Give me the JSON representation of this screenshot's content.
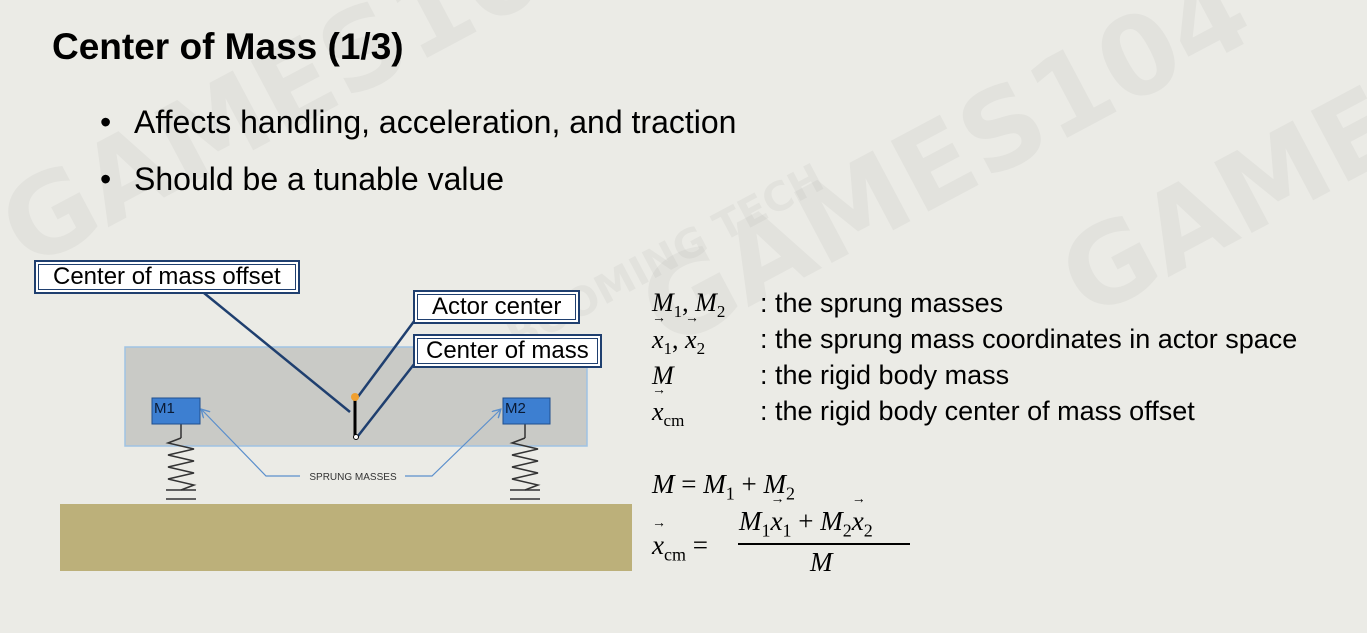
{
  "slide": {
    "title": "Center of Mass (1/3)",
    "bullets": [
      "Affects handling, acceleration, and traction",
      "Should be a tunable value"
    ]
  },
  "diagram": {
    "callouts": {
      "com_offset": "Center of mass offset",
      "actor_center": "Actor center",
      "center_of_mass": "Center of mass"
    },
    "mass_labels": [
      "M1",
      "M2"
    ],
    "sprung_label": "SPRUNG MASSES",
    "colors": {
      "body": "#c9cac6",
      "body_border": "#9fc3e4",
      "ground": "#bcb07a",
      "mass_block": "#3d7fd1",
      "callout_line": "#1f3f6f",
      "arrow": "#5b8fcc",
      "actor_dot": "#f0a030"
    }
  },
  "legend": {
    "rows": [
      {
        "symbol_a": "M",
        "sub_a": "1",
        "sep": ",",
        "symbol_b": "M",
        "sub_b": "2",
        "desc": ": the sprung masses"
      },
      {
        "symbol_a": "x",
        "sub_a": "1",
        "sep": ",",
        "symbol_b": "x",
        "sub_b": "2",
        "desc": ": the sprung mass coordinates in actor space"
      },
      {
        "symbol_a": "M",
        "desc": ": the rigid body mass"
      },
      {
        "symbol_a": "x",
        "sub_a": "cm",
        "desc": ": the rigid body center of mass offset"
      }
    ]
  },
  "equations": {
    "eq1": {
      "lhs": "M",
      "eq": "=",
      "t1": "M",
      "s1": "1",
      "plus": "+",
      "t2": "M",
      "s2": "2"
    },
    "eq2": {
      "lhs": "x",
      "lhs_sub": "cm",
      "eq": "=",
      "n1": "M",
      "n1s": "1",
      "n2": "x",
      "n2s": "1",
      "plus": "+",
      "n3": "M",
      "n3s": "2",
      "n4": "x",
      "n4s": "2",
      "den": "M"
    }
  },
  "watermark": {
    "text": "GAMES104",
    "text2": "BOOMING TECH"
  }
}
